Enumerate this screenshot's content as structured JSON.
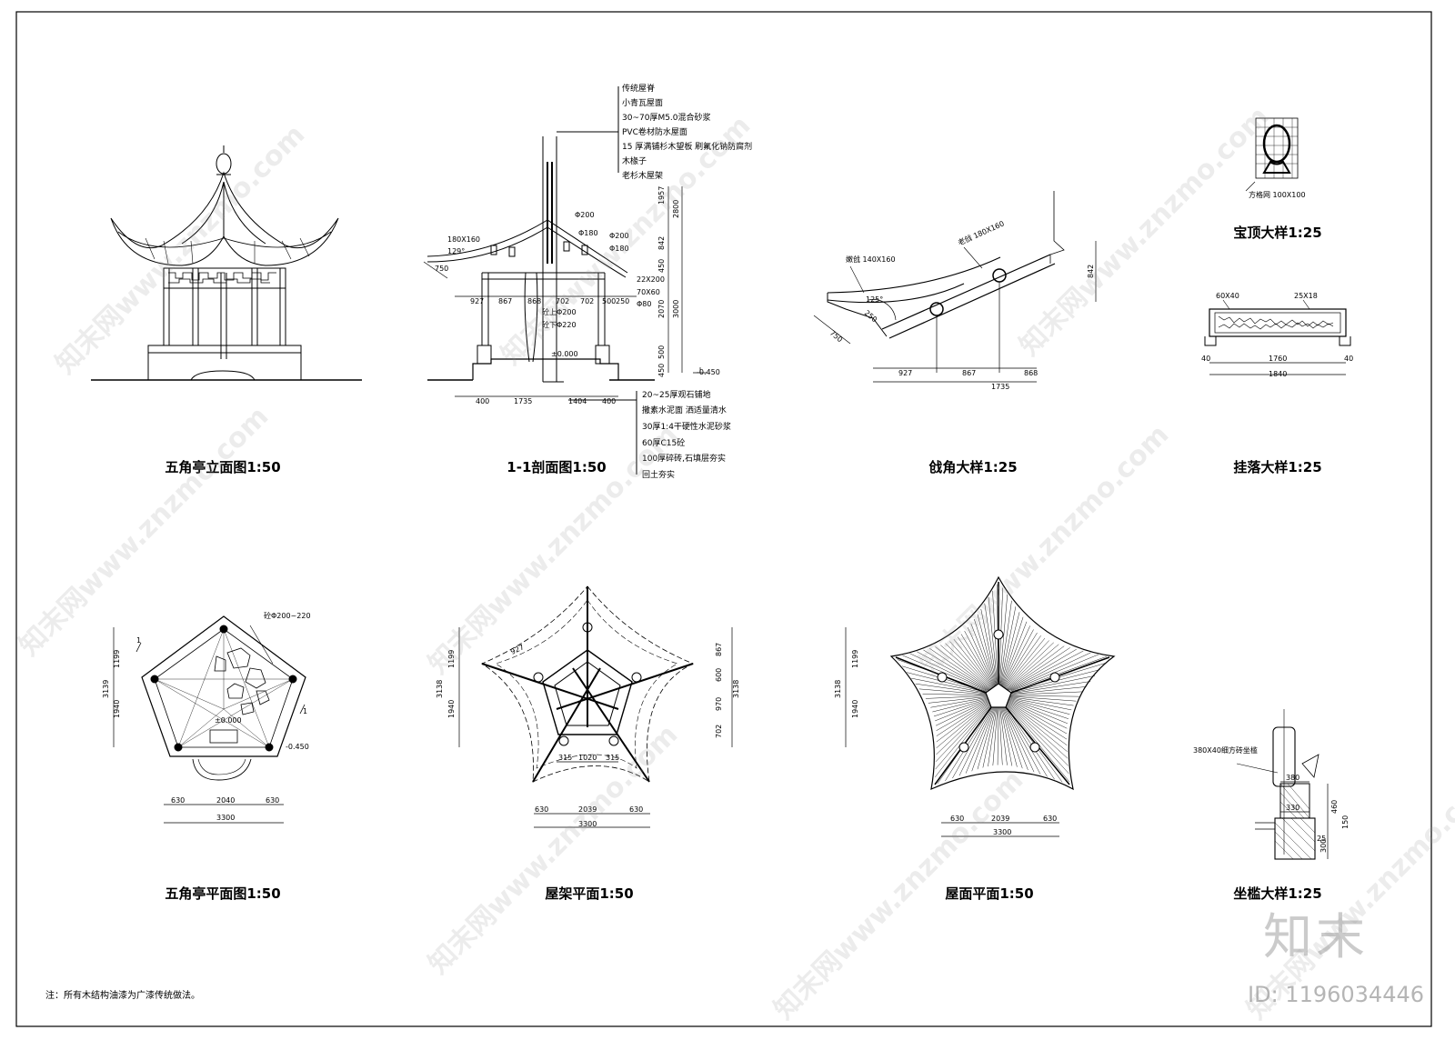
{
  "titles": {
    "elevation": "五角亭立面图1:50",
    "section": "1-1剖面图1:50",
    "corner": "戗角大样1:25",
    "finial": "宝顶大样1:25",
    "hanging": "挂落大样1:25",
    "plan": "五角亭平面图1:50",
    "roof_frame": "屋架平面1:50",
    "roof_plan": "屋面平面1:50",
    "seat": "坐槛大样1:25"
  },
  "note": "注：所有木结构油漆为广漆传统做法。",
  "section_labels": {
    "roof_layers": [
      "传统屋脊",
      "小青瓦屋面",
      "30~70厚M5.0混合砂浆",
      "PVC卷材防水屋面",
      "15 厚满铺杉木望板  刷氟化钠防腐剂",
      "木椽子",
      "老杉木屋架"
    ],
    "floor_layers": [
      "20~25厚观石铺地",
      "撒素水泥面  洒适量清水",
      "30厚1:4干硬性水泥砂浆",
      "60厚C15砼",
      "100厚碎砖,石填层夯实",
      "回土夯实"
    ],
    "dims_top": [
      "927",
      "867",
      "868",
      "702",
      "702",
      "500",
      "250"
    ],
    "dims_bottom": [
      "400",
      "1735",
      "1404",
      "400"
    ],
    "dims_right": [
      "1957",
      "2800",
      "842",
      "450",
      "2070",
      "3000",
      "500",
      "450"
    ],
    "callouts": [
      "180X160",
      "129°",
      "750",
      "Φ200",
      "Φ180",
      "Φ200",
      "Φ180",
      "22X200",
      "70X60",
      "Φ80",
      "砼上Φ200",
      "砼下Φ220",
      "±0.000",
      "-0.450"
    ]
  },
  "corner_labels": {
    "beams": [
      "嫩戗 140X160",
      "老戗 180X160"
    ],
    "angle": "125°",
    "d1": "750",
    "d2": "250",
    "dims": [
      "927",
      "867",
      "868"
    ],
    "total": "1735",
    "height": "842"
  },
  "finial_labels": {
    "mesh": "方格网 100X100"
  },
  "hanging_labels": {
    "frame": "60X40",
    "lattice": "25X18",
    "dims": [
      "40",
      "1760",
      "40"
    ],
    "total": "1840"
  },
  "plan_labels": {
    "column": "砼Φ200~220",
    "level0": "±0.000",
    "level1": "-0.450",
    "v1": "1199",
    "v2": "1940",
    "vt": "3139",
    "h": [
      "630",
      "2040",
      "630"
    ],
    "ht": "3300",
    "mark": "1"
  },
  "roof_frame_labels": {
    "v1": "1199",
    "v2": "1940",
    "vt": "3138",
    "r": [
      "867",
      "600",
      "970",
      "702"
    ],
    "rt": "3138",
    "inner": [
      "315",
      "1020",
      "315"
    ],
    "h": [
      "630",
      "2039",
      "630"
    ],
    "ht": "3300",
    "top": "927"
  },
  "roof_plan_labels": {
    "v1": "1199",
    "v2": "1940",
    "vt": "3138",
    "h": [
      "630",
      "2039",
      "630"
    ],
    "ht": "3300"
  },
  "seat_labels": {
    "beam": "380X40细方砖坐槛",
    "w1": "380",
    "w2": "330",
    "h1": "460",
    "h2": "150",
    "h3": "300",
    "h4": "25"
  },
  "watermark": "知末网www.znzmo.com",
  "brand": {
    "logo": "知末",
    "id": "ID: 1196034446"
  }
}
